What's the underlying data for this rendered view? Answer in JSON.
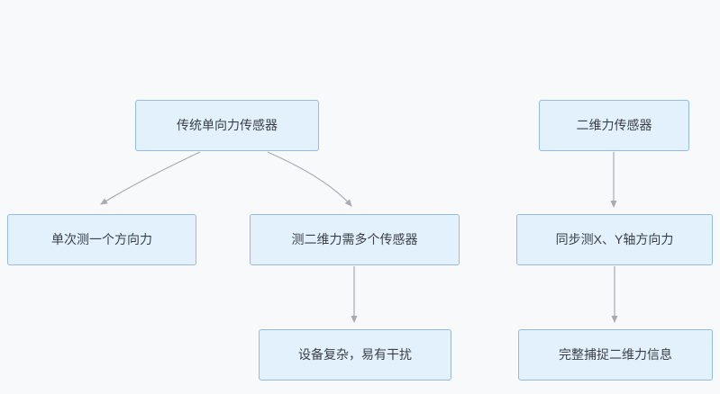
{
  "diagram": {
    "title": "",
    "nodes": {
      "traditional": {
        "label": "传统单向力传感器"
      },
      "single": {
        "label": "单次测一个方向力"
      },
      "multi": {
        "label": "测二维力需多个传感器"
      },
      "complex": {
        "label": "设备复杂，易有干扰"
      },
      "twodim": {
        "label": "二维力传感器"
      },
      "sync": {
        "label": "同步测X、Y轴方向力"
      },
      "capture": {
        "label": "完整捕捉二维力信息"
      }
    },
    "edges": [
      {
        "from": "traditional",
        "to": "single"
      },
      {
        "from": "traditional",
        "to": "multi"
      },
      {
        "from": "multi",
        "to": "complex"
      },
      {
        "from": "twodim",
        "to": "sync"
      },
      {
        "from": "sync",
        "to": "capture"
      }
    ],
    "colors": {
      "node_fill": "#e3f1fd",
      "node_border": "#93bbe4",
      "edge": "#a6aab1",
      "background": "#f8f9fa",
      "text": "#3b3f45"
    }
  }
}
